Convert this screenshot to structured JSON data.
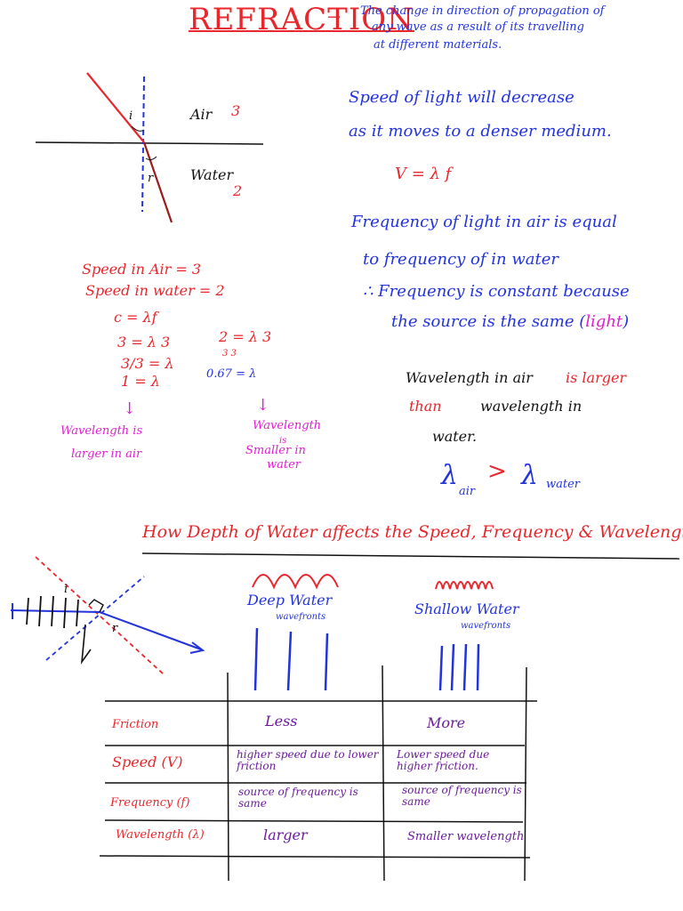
{
  "header": {
    "title": "REFRACTION",
    "arrow": "→",
    "definition": [
      "The change in direction of propagation of",
      "any wave as a result of its travelling",
      "at different materials."
    ]
  },
  "diagram1": {
    "i_label": "i",
    "r_label": "r",
    "air_label": "Air",
    "air_speed": "3",
    "water_label": "Water",
    "water_speed": "2"
  },
  "notes_right": {
    "speed_line1": "Speed of light will decrease",
    "speed_line2": "as it moves to a denser medium.",
    "formula": "V = λ f",
    "freq_line1": "Frequency of light in air is equal",
    "freq_line2": "to frequency of in water",
    "const_line1": "∴ Frequency is constant because",
    "const_line2": "the source is the same (",
    "const_light": "light",
    "const_close": ")",
    "wl_line1a": "Wavelength in air",
    "wl_line1b": "is larger",
    "wl_line2a": "than",
    "wl_line2b": "wavelength in",
    "wl_line3": "water.",
    "lambda": "λ",
    "lambda_air": "air",
    "gt": ">",
    "lambda_water": "water"
  },
  "calc_left": {
    "speed_air": "Speed in Air = 3",
    "speed_water": "Speed in water = 2",
    "c_eq": "c = λf",
    "a1": "3 = λ 3",
    "a2": "3/3 = λ",
    "a3": "1 = λ",
    "b1": "2 = λ 3",
    "b1d": "3        3",
    "b2": "0.67 = λ",
    "down": "↓",
    "conc_a1": "Wavelength is",
    "conc_a2": "larger in air",
    "conc_b1": "Wavelength",
    "conc_b2": "is",
    "conc_b3": "Smaller in",
    "conc_b4": "water"
  },
  "section2": {
    "heading": "How Depth of Water affects the Speed, Frequency & Wavelength",
    "deep_title": "Deep Water",
    "deep_sub": "wavefronts",
    "shallow_title": "Shallow Water",
    "shallow_sub": "wavefronts",
    "i_label": "i",
    "r_label": "r"
  },
  "table": {
    "rows": [
      {
        "label": "Friction",
        "deep": "Less",
        "shallow": "More"
      },
      {
        "label": "Speed (V)",
        "deep": "higher speed due to lower friction",
        "shallow": "Lower speed due higher friction."
      },
      {
        "label": "Frequency (f)",
        "deep": "source of frequency is same",
        "shallow": "source of frequency is same"
      },
      {
        "label": "Wavelength (λ)",
        "deep": "larger",
        "shallow": "Smaller wavelength"
      }
    ]
  },
  "colors": {
    "red": "#e8262b",
    "blue": "#2233dd",
    "purple": "#6a1b9a",
    "pink": "#e020d0",
    "ink": "#111111"
  }
}
